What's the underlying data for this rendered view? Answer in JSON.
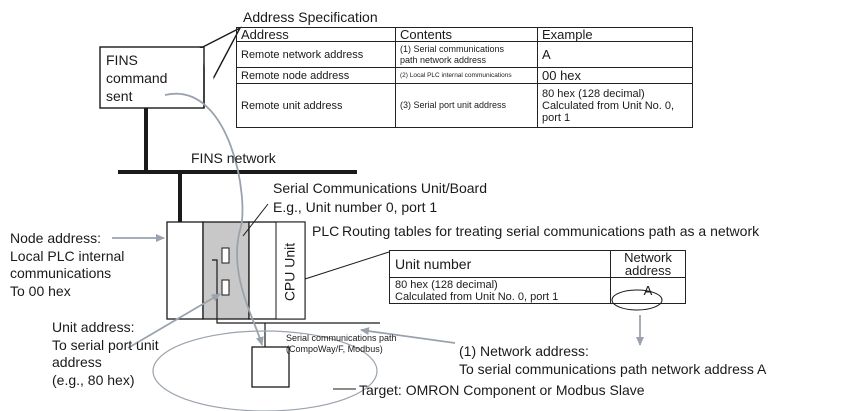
{
  "spec": {
    "title": "Address Specification",
    "headers": [
      "Address",
      "Contents",
      "Example"
    ],
    "rows": [
      {
        "address": "Remote network address",
        "contents": "(1) Serial communications\npath network address",
        "example": "A"
      },
      {
        "address": "Remote node address",
        "contents": "(2) Local PLC internal communications",
        "example": "00 hex"
      },
      {
        "address": "Remote unit address",
        "contents": "(3) Serial port unit address",
        "example": "80 hex (128 decimal)\nCalculated from Unit No. 0,\nport 1"
      }
    ]
  },
  "fins": {
    "command_box": "FINS\ncommand\nsent",
    "network_label": "FINS network"
  },
  "unit_label": {
    "line1": "Serial Communications Unit/Board",
    "line2": "E.g., Unit number 0, port 1"
  },
  "plc": {
    "label": "PLC",
    "cpu_label": "CPU Unit",
    "routing_title": "Routing tables for treating serial communications path as a network",
    "routing_headers": [
      "Unit number",
      "Network\naddress"
    ],
    "routing_row": {
      "unit": "80 hex (128 decimal)\nCalculated from Unit No. 0, port 1",
      "network": "A"
    }
  },
  "node_address": "Node address:\nLocal PLC internal\ncommunications\nTo 00 hex",
  "unit_address": "Unit address:\nTo serial port unit\naddress\n(e.g., 80 hex)",
  "serial_path": "Serial communications path\n(CompoWay/F, Modbus)",
  "network_address": "(1) Network address:\nTo serial communications path network address A",
  "target": "Target: OMRON Component or Modbus Slave",
  "colors": {
    "line": "#1a1a1a",
    "arrow": "#9aa3ad",
    "unit_fill": "#c8c8c8",
    "ellipse": "#9aa3ad"
  }
}
